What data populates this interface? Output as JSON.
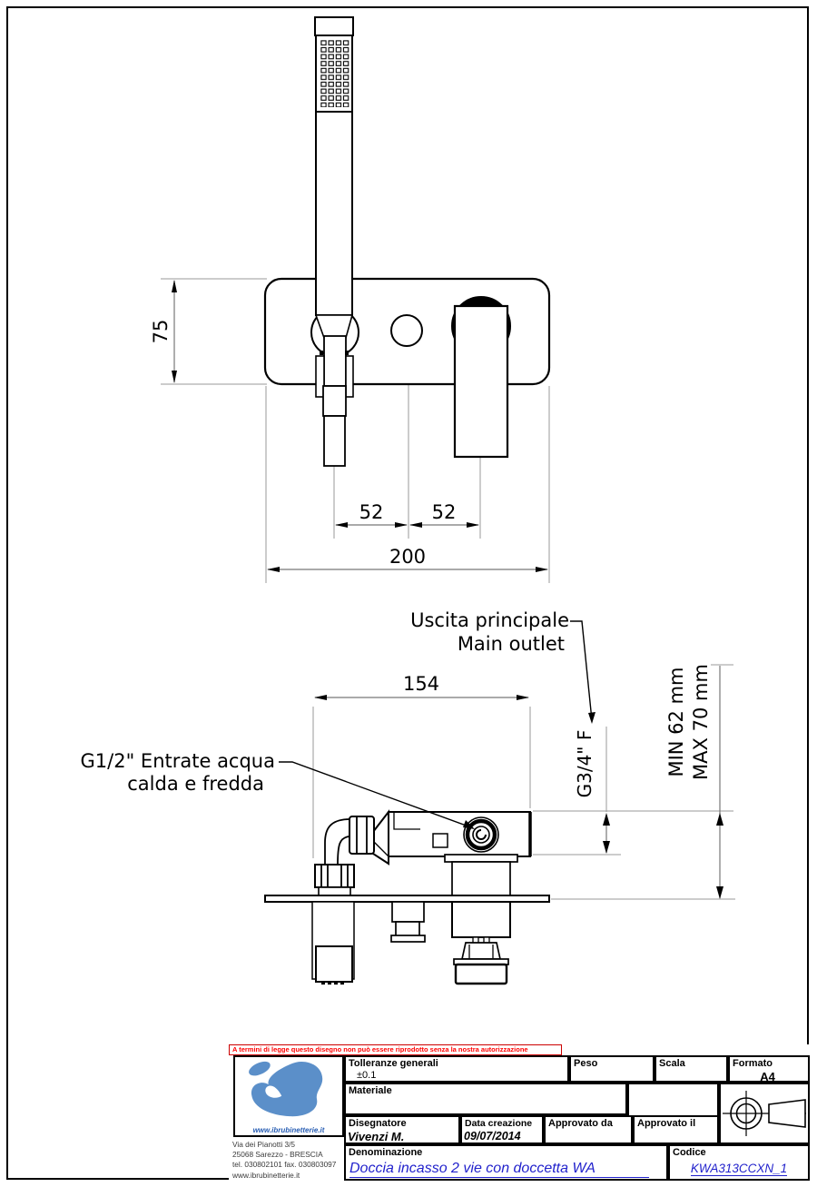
{
  "drawing": {
    "front_view": {
      "dims": {
        "plate_height": "75",
        "left_spacing": "52",
        "right_spacing": "52",
        "plate_width": "200"
      }
    },
    "side_view": {
      "dims": {
        "body_width": "154",
        "depth_min": "MIN 62 mm",
        "depth_max": "MAX 70 mm"
      },
      "labels": {
        "outlet_it": "Uscita principale",
        "outlet_en": "Main outlet",
        "outlet_thread": "G3/4\" F",
        "inlet_line1": "G1/2\" Entrate acqua",
        "inlet_line2": "calda e fredda"
      }
    }
  },
  "title_block": {
    "notice": "A termini di legge questo disegno non può essere riprodotto senza la nostra autorizzazione",
    "logo_website": "www.ibrubinetterie.it",
    "address_lines": [
      "Via dei Pianotti 3/5",
      "25068 Sarezzo - BRESCIA",
      "tel. 030802101 fax. 030803097",
      "www.ibrubinetterie.it"
    ],
    "fields": {
      "tolleranze_label": "Tolleranze generali",
      "tolleranze_value": "±0.1",
      "peso_label": "Peso",
      "scala_label": "Scala",
      "formato_label": "Formato",
      "formato_value": "A4",
      "materiale_label": "Materiale",
      "disegnatore_label": "Disegnatore",
      "disegnatore_value": "Vivenzi M.",
      "data_creazione_label": "Data creazione",
      "data_creazione_value": "09/07/2014",
      "approvato_da_label": "Approvato da",
      "approvato_il_label": "Approvato il",
      "denominazione_label": "Denominazione",
      "denominazione_value": "Doccia incasso 2 vie con doccetta WA",
      "codice_label": "Codice",
      "codice_value": "KWA313CCXN_1"
    },
    "colors": {
      "notice_red": "#ff0000",
      "value_blue": "#2222cc",
      "logo_blue": "#5b8fc9"
    }
  }
}
